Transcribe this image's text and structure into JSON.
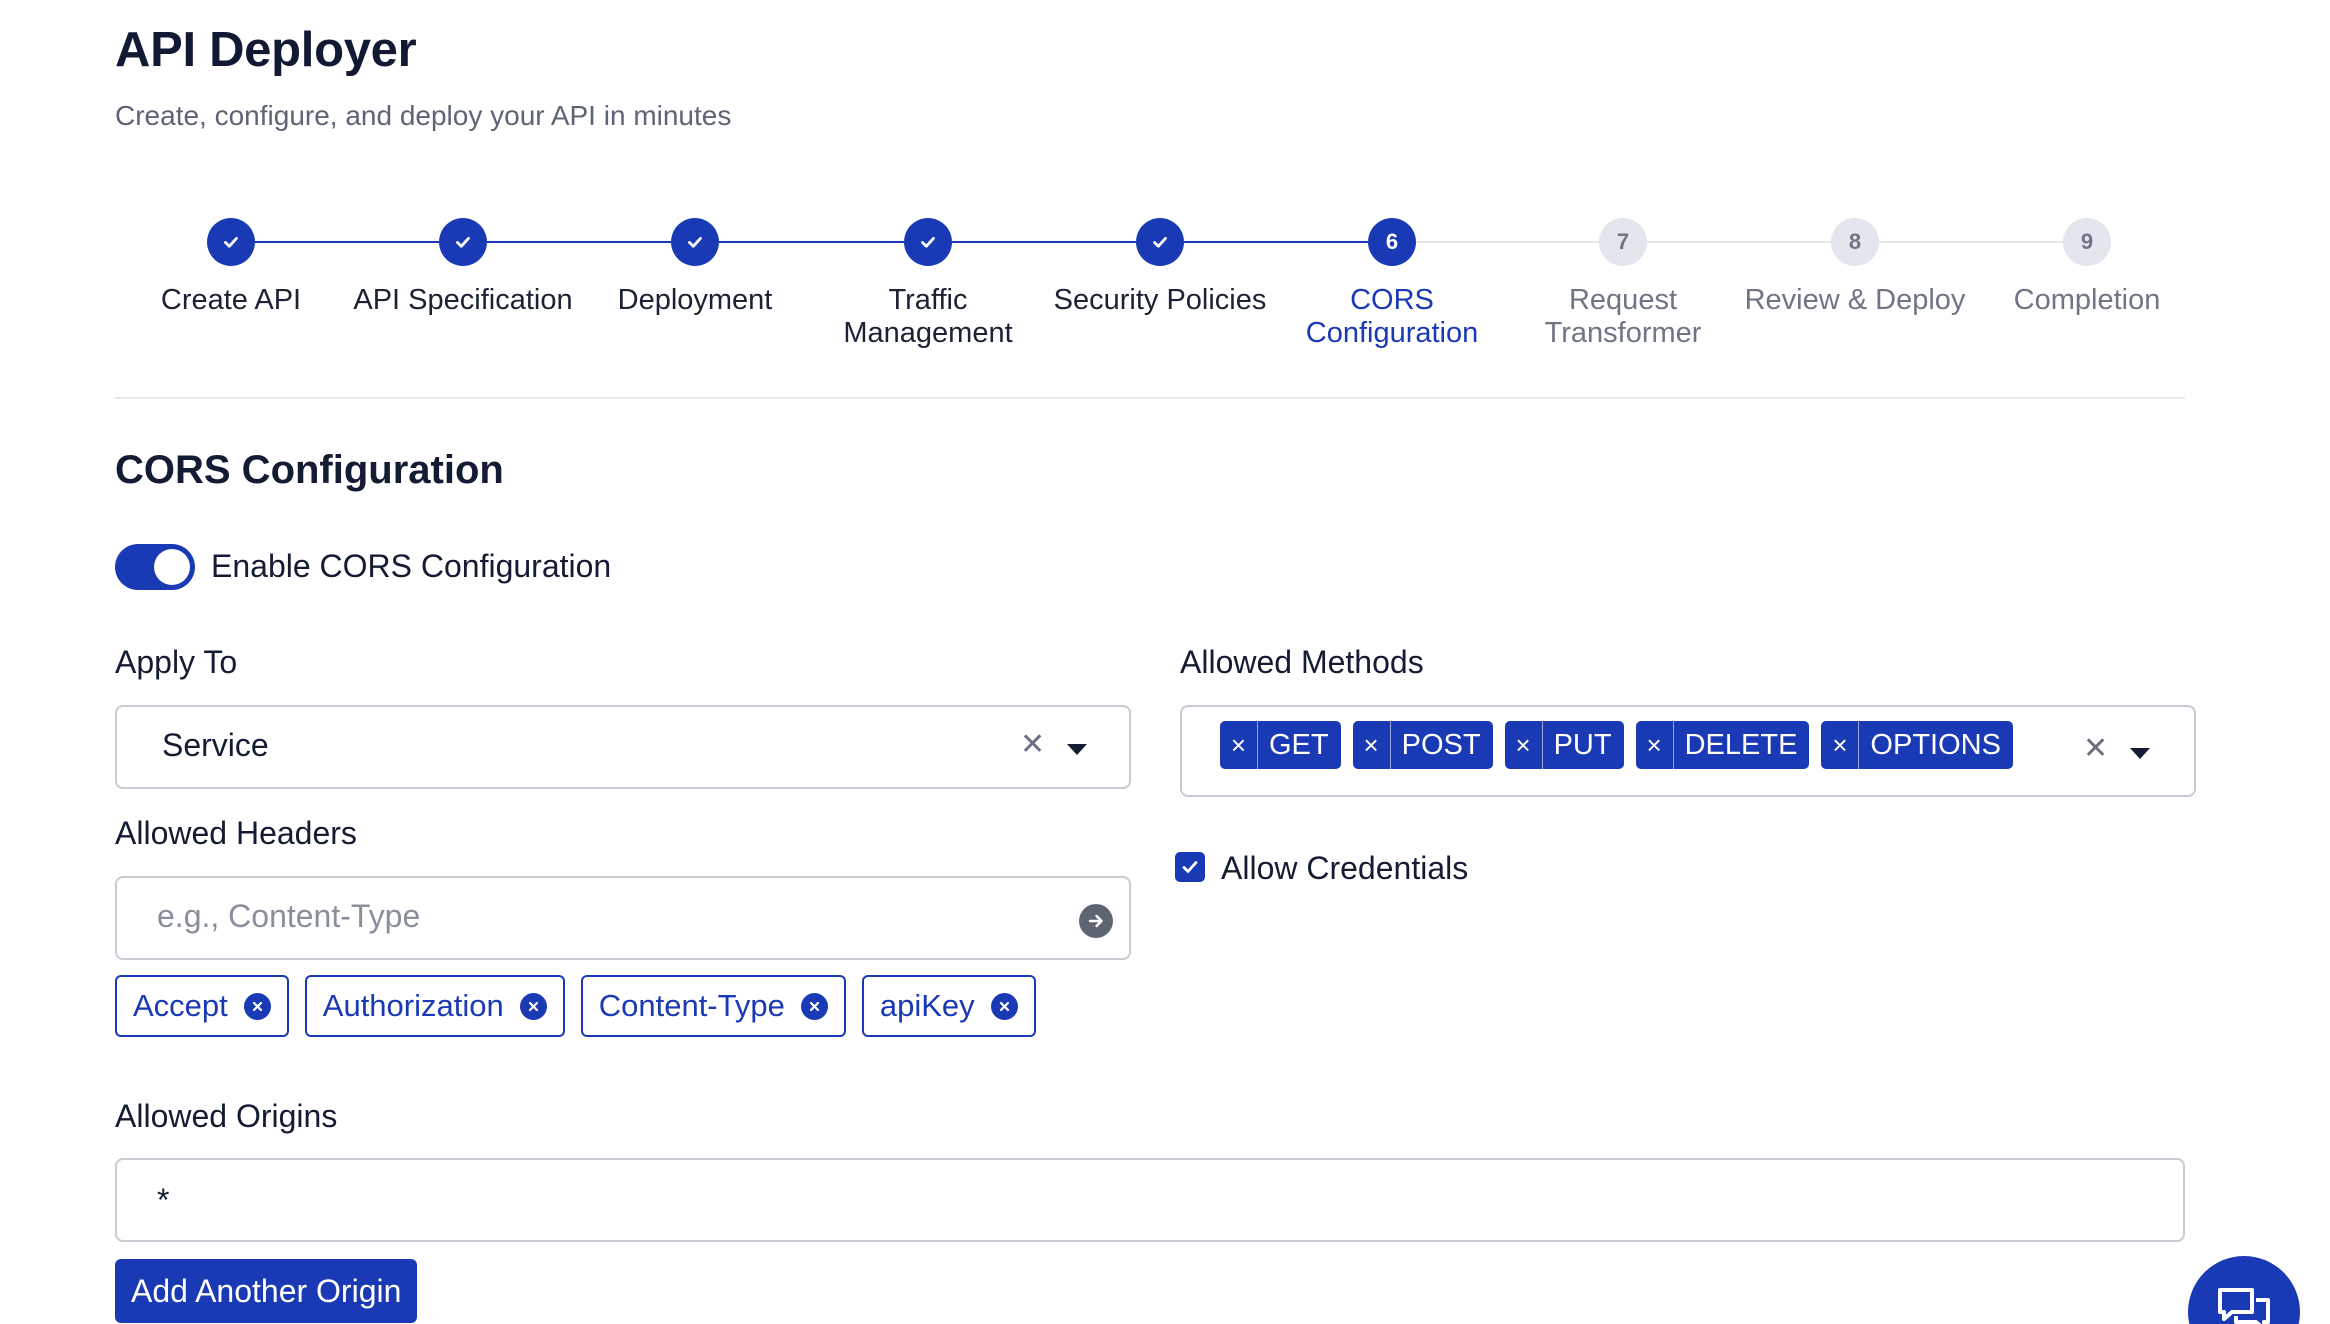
{
  "header": {
    "title": "API Deployer",
    "subtitle": "Create, configure, and deploy your API in minutes"
  },
  "stepper": {
    "current_step": 6,
    "steps": [
      {
        "number": "1",
        "label": "Create API",
        "status": "done"
      },
      {
        "number": "2",
        "label": "API Specification",
        "status": "done"
      },
      {
        "number": "3",
        "label": "Deployment",
        "status": "done"
      },
      {
        "number": "4",
        "label": "Traffic Management",
        "status": "done"
      },
      {
        "number": "5",
        "label": "Security Policies",
        "status": "done"
      },
      {
        "number": "6",
        "label": "CORS Configuration",
        "status": "current"
      },
      {
        "number": "7",
        "label": "Request Transformer",
        "status": "pending"
      },
      {
        "number": "8",
        "label": "Review & Deploy",
        "status": "pending"
      },
      {
        "number": "9",
        "label": "Completion",
        "status": "pending"
      }
    ]
  },
  "section": {
    "title": "CORS Configuration"
  },
  "cors": {
    "enable_label": "Enable CORS Configuration",
    "enabled": true,
    "apply_to": {
      "label": "Apply To",
      "value": "Service"
    },
    "allowed_methods": {
      "label": "Allowed Methods",
      "selected": [
        "GET",
        "POST",
        "PUT",
        "DELETE",
        "OPTIONS"
      ]
    },
    "allowed_headers": {
      "label": "Allowed Headers",
      "placeholder": "e.g., Content-Type",
      "items": [
        "Accept",
        "Authorization",
        "Content-Type",
        "apiKey"
      ]
    },
    "allow_credentials": {
      "label": "Allow Credentials",
      "checked": true
    },
    "allowed_origins": {
      "label": "Allowed Origins",
      "value": "*",
      "add_button_label": "Add Another Origin"
    }
  },
  "icons": {
    "step_done": "check-icon",
    "headers_submit": "arrow-right-circle-icon",
    "chip_remove": "close-circle-icon",
    "chat": "chat-bubbles-icon"
  },
  "colors": {
    "primary": "#1a3ab5",
    "pending": "#e4e6ed",
    "text": "#141c33",
    "muted": "#5d6475"
  }
}
